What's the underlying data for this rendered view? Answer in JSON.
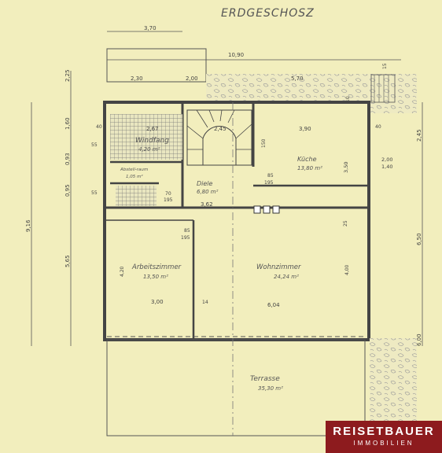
{
  "title": "ERDGESCHOSZ",
  "brand": {
    "name": "REISETBAUER",
    "sub": "IMMOBILIEN"
  },
  "rooms": {
    "windfang": {
      "name": "Windfang",
      "area": "4,20 m²"
    },
    "kueche": {
      "name": "Küche",
      "area": "13,80 m²"
    },
    "diele": {
      "name": "Diele",
      "area": "6,80 m²"
    },
    "abstell": {
      "name": "Abstell-raum",
      "area": "1,05 m²"
    },
    "arbeit": {
      "name": "Arbeitszimmer",
      "area": "13,50 m²"
    },
    "wohn": {
      "name": "Wohnzimmer",
      "area": "24,24 m²"
    },
    "terrasse": {
      "name": "Terrasse",
      "area": "35,30 m²"
    }
  },
  "dimensions": {
    "top_overall": "3,70",
    "width_total": "10,90",
    "seg_230": "2,30",
    "seg_200": "2,00",
    "seg_570": "5,70",
    "d_267": "2,67",
    "d_245": "2,45",
    "d_390": "3,90",
    "d_362": "3,62",
    "d_300": "3,00",
    "d_604": "6,04",
    "d_350": "3,50",
    "d_200b": "2,00",
    "d_140": "1,40",
    "d_85a": "85",
    "d_195a": "195",
    "d_85b": "85",
    "d_195b": "195",
    "d_40a": "40",
    "d_40b": "40",
    "d_55a": "55",
    "d_55b": "55",
    "d_70": "70",
    "d_195c": "195",
    "d_25": "25",
    "d_14": "14",
    "d_10": "10",
    "d_15": "15",
    "d_150": "150",
    "d_420": "4,20",
    "d_400": "4,00"
  },
  "left_dims": [
    "2,25",
    "1,60",
    "0,93",
    "0,95",
    "9,16",
    "5,65"
  ],
  "right_dims": [
    "2,45",
    "6,50",
    "6,00"
  ]
}
